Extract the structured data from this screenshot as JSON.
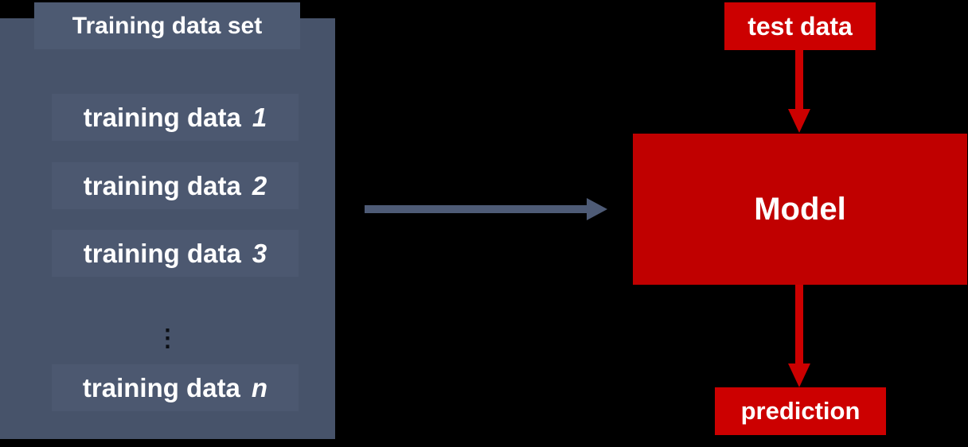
{
  "diagram": {
    "background_color": "#000000",
    "panel": {
      "title": "Training data set",
      "items": [
        {
          "label": "training data",
          "num": "1"
        },
        {
          "label": "training data",
          "num": "2"
        },
        {
          "label": "training data",
          "num": "3"
        },
        {
          "label": "training data",
          "num": "n"
        }
      ],
      "ellipsis": "⋮",
      "panel_color": "#47536a",
      "header_color": "#4d5a72",
      "row_color": "#4c5870",
      "text_color": "#ffffff"
    },
    "flow": {
      "test_data_label": "test data",
      "model_label": "Model",
      "prediction_label": "prediction",
      "small_box_color": "#cc0000",
      "model_box_color": "#c00000",
      "red_arrow_color": "#cc0000",
      "slate_arrow_color": "#4e5b76"
    }
  }
}
